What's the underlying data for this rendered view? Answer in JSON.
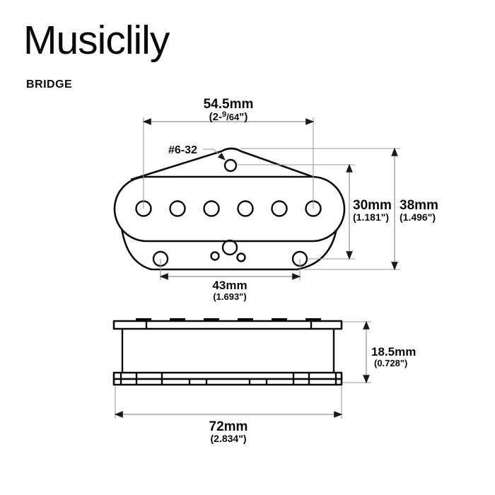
{
  "header": {
    "brand": "Musiclily",
    "subtitle": "BRIDGE"
  },
  "colors": {
    "background": "#ffffff",
    "outline": "#0a0a0a",
    "dimension_line": "#919191",
    "text": "#0a0a0a"
  },
  "top_view": {
    "screw_label": "#6-32",
    "pole_spacing": {
      "mm": "54.5mm",
      "inch_open": "(2-",
      "inch_sup": "9",
      "inch_frac": "/64",
      "inch_close": "\")"
    },
    "coil_height": {
      "mm": "30mm",
      "inch": "(1.181\")"
    },
    "total_height": {
      "mm": "38mm",
      "inch": "(1.496\")"
    },
    "mount_spacing": {
      "mm": "43mm",
      "inch": "(1.693\")"
    }
  },
  "side_view": {
    "height": {
      "mm": "18.5mm",
      "inch": "(0.728\")"
    },
    "width": {
      "mm": "72mm",
      "inch": "(2.834\")"
    }
  }
}
